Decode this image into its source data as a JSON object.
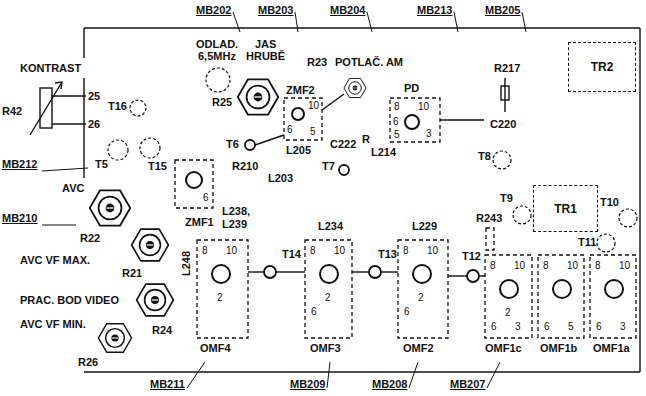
{
  "diagram": {
    "nodes": [
      {
        "text": [
          "TR2"
        ]
      },
      {
        "text": [
          "TR1"
        ]
      }
    ],
    "labels": [
      "MB202",
      "MB203",
      "MB204",
      "MB213",
      "MB205",
      "KONTRAST",
      "R42",
      "25",
      "26",
      "T16",
      "ODLAD.",
      "6,5MHz",
      "JAS",
      "HRUBĚ",
      "R25",
      "ZMF2",
      "R23",
      "POTLAČ. AM",
      "PD",
      "R217",
      "C220",
      "C222",
      "R",
      "L214",
      "L205",
      "L203",
      "R210",
      "T6",
      "T7",
      "T8",
      "T5",
      "T15",
      "MB212",
      "AVC",
      "MB210",
      "R22",
      "ZMF1",
      "L248",
      "R21",
      "AVC VF MAX.",
      "PRAC. BOD VIDEO",
      "AVC VF MIN.",
      "R24",
      "R26",
      "L238,",
      "L239",
      "L234",
      "L229",
      "T14",
      "T13",
      "T12",
      "R243",
      "T9",
      "T10",
      "T11",
      "OMF4",
      "OMF3",
      "OMF2",
      "OMF1c",
      "OMF1b",
      "OMF1a",
      "MB211",
      "MB209",
      "MB208",
      "MB207",
      "8",
      "10",
      "2",
      "8",
      "10",
      "2",
      "6",
      "8",
      "10",
      "2",
      "6",
      "8",
      "10",
      "2",
      "6",
      "3",
      "8",
      "10",
      "6",
      "5",
      "8",
      "10",
      "6",
      "3",
      "10",
      "6",
      "5",
      "8",
      "10",
      "6",
      "5",
      "3",
      "6"
    ]
  }
}
